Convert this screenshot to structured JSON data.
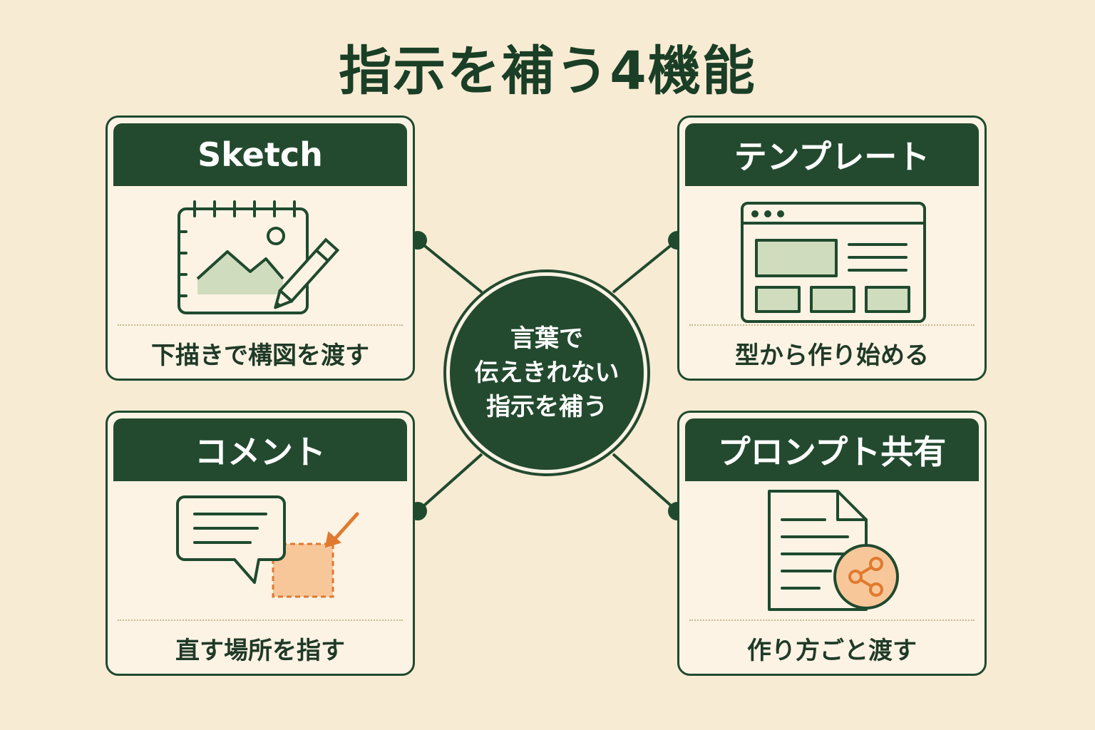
{
  "title": "指示を補う4機能",
  "center": {
    "lines": [
      "言葉で",
      "伝えきれない",
      "指示を補う"
    ]
  },
  "cards": [
    {
      "id": "sketch",
      "header": "Sketch",
      "caption": "下描きで構図を渡す",
      "icon": "sketchbook-pencil-icon"
    },
    {
      "id": "template",
      "header": "テンプレート",
      "caption": "型から作り始める",
      "icon": "layout-template-icon"
    },
    {
      "id": "comment",
      "header": "コメント",
      "caption": "直す場所を指す",
      "icon": "speech-bubble-arrow-icon"
    },
    {
      "id": "prompt-share",
      "header": "プロンプト共有",
      "caption": "作り方ごと渡す",
      "icon": "document-share-icon"
    }
  ],
  "colors": {
    "background": "#f8ebd3",
    "dark_green": "#234a2f",
    "light_green": "#cfdcbd",
    "card_fill": "#fcf3e4",
    "orange": "#e07a2f",
    "orange_fill": "#f7c79a"
  }
}
